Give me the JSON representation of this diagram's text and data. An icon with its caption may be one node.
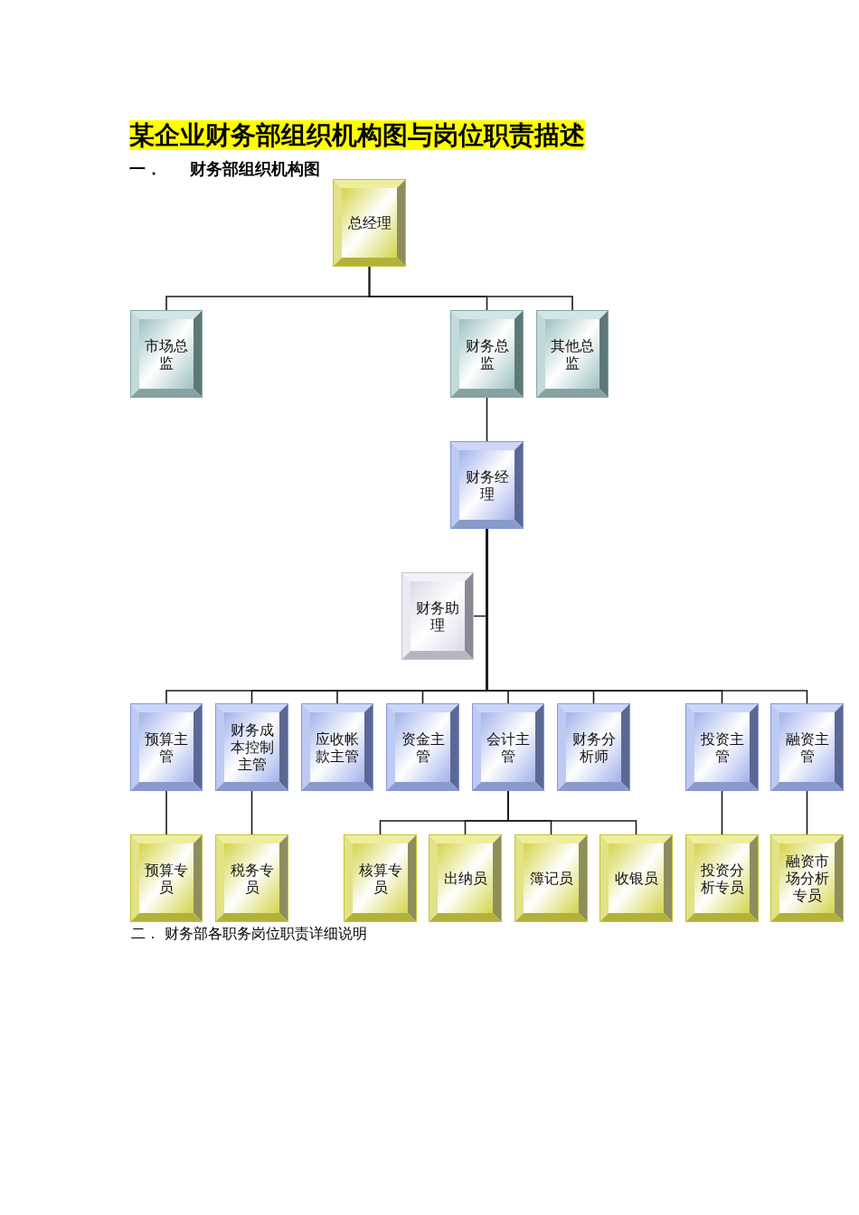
{
  "diagram": {
    "title": "某企业财务部组织机构图与岗位职责描述",
    "nodes": [
      {
        "text": [
          "总经理"
        ]
      },
      {
        "text": [
          "市场总监"
        ]
      },
      {
        "text": [
          "财务总监"
        ]
      },
      {
        "text": [
          "其他总监"
        ]
      },
      {
        "text": [
          "财务经理"
        ]
      },
      {
        "text": [
          "财务助理"
        ]
      },
      {
        "text": [
          "预算主管"
        ]
      },
      {
        "text": [
          "财务成本控制主管"
        ]
      },
      {
        "text": [
          "应收帐款主管"
        ]
      },
      {
        "text": [
          "资金主管"
        ]
      },
      {
        "text": [
          "会计主管"
        ]
      },
      {
        "text": [
          "财务分析师"
        ]
      },
      {
        "text": [
          "投资主管"
        ]
      },
      {
        "text": [
          "融资主管"
        ]
      },
      {
        "text": [
          "预算专员"
        ]
      },
      {
        "text": [
          "税务专员"
        ]
      },
      {
        "text": [
          "核算专员"
        ]
      },
      {
        "text": [
          "出纳员"
        ]
      },
      {
        "text": [
          "簿记员"
        ]
      },
      {
        "text": [
          "收银员"
        ]
      },
      {
        "text": [
          "投资分析专员"
        ]
      },
      {
        "text": [
          "融资市场分析专员"
        ]
      }
    ],
    "edges": [
      {
        "from": 0,
        "to": 1,
        "arrow": "none"
      },
      {
        "from": 0,
        "to": 2,
        "arrow": "none"
      },
      {
        "from": 0,
        "to": 3,
        "arrow": "none"
      },
      {
        "from": 2,
        "to": 4,
        "arrow": "none"
      },
      {
        "from": 4,
        "to": 5,
        "arrow": "none"
      },
      {
        "from": 4,
        "to": 6,
        "arrow": "none"
      },
      {
        "from": 4,
        "to": 7,
        "arrow": "none"
      },
      {
        "from": 4,
        "to": 8,
        "arrow": "none"
      },
      {
        "from": 4,
        "to": 9,
        "arrow": "none"
      },
      {
        "from": 4,
        "to": 10,
        "arrow": "none"
      },
      {
        "from": 4,
        "to": 11,
        "arrow": "none"
      },
      {
        "from": 4,
        "to": 12,
        "arrow": "none"
      },
      {
        "from": 4,
        "to": 13,
        "arrow": "none"
      },
      {
        "from": 6,
        "to": 14,
        "arrow": "none"
      },
      {
        "from": 7,
        "to": 15,
        "arrow": "none"
      },
      {
        "from": 10,
        "to": 16,
        "arrow": "none"
      },
      {
        "from": 10,
        "to": 17,
        "arrow": "none"
      },
      {
        "from": 10,
        "to": 18,
        "arrow": "none"
      },
      {
        "from": 10,
        "to": 19,
        "arrow": "none"
      },
      {
        "from": 12,
        "to": 20,
        "arrow": "none"
      },
      {
        "from": 13,
        "to": 21,
        "arrow": "none"
      }
    ],
    "labels": [
      "一．",
      "财务部组织机构图",
      "二．",
      "财务部各职务岗位职责详细说明"
    ]
  }
}
